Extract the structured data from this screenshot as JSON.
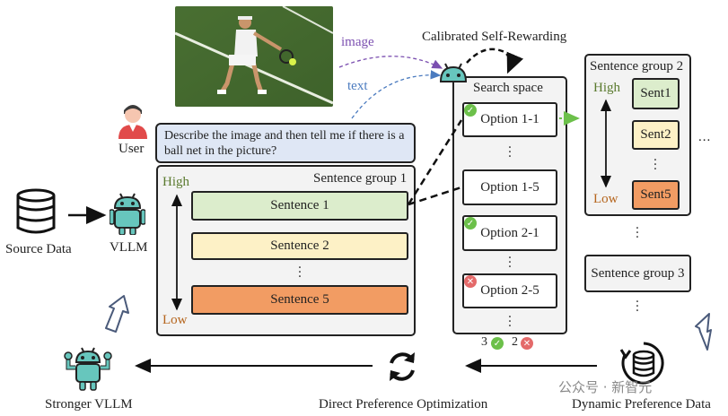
{
  "diagram": {
    "title": "Calibrated Self-Rewarding",
    "image_arrow_label": "image",
    "text_arrow_label": "text",
    "user_label": "User",
    "prompt": "Describe the image and then tell me if there is a ball net in the picture?",
    "source_label": "Source Data",
    "vllm_label": "VLLM",
    "stronger_label": "Stronger VLLM",
    "dpo_label": "Direct Preference Optimization",
    "dynamic_label": "Dynamic Preference Data",
    "group1": {
      "title": "Sentence group 1",
      "high": "High",
      "low": "Low",
      "sentences": [
        "Sentence 1",
        "Sentence 2",
        "Sentence 5"
      ]
    },
    "search": {
      "title": "Search space",
      "options": [
        "Option 1-1",
        "Option 1-5",
        "Option 2-1",
        "Option 2-5"
      ],
      "count_good": "3",
      "count_bad": "2"
    },
    "group2": {
      "title": "Sentence group 2",
      "high": "High",
      "low": "Low",
      "sents": [
        "Sent1",
        "Sent2",
        "Sent5"
      ]
    },
    "group3_title": "Sentence group 3",
    "ellipsis": "...",
    "watermark": "公众号 · 新智元"
  },
  "colors": {
    "high": "#5a7a2e",
    "low": "#b5651d",
    "green_box": "#dcedcc",
    "yellow_box": "#fdf1c6",
    "orange_box": "#f29c63",
    "prompt_bg": "#dfe7f5",
    "robot": "#67c6bd",
    "image_arrow": "#7b4fb0",
    "text_arrow": "#4b7bbf"
  }
}
